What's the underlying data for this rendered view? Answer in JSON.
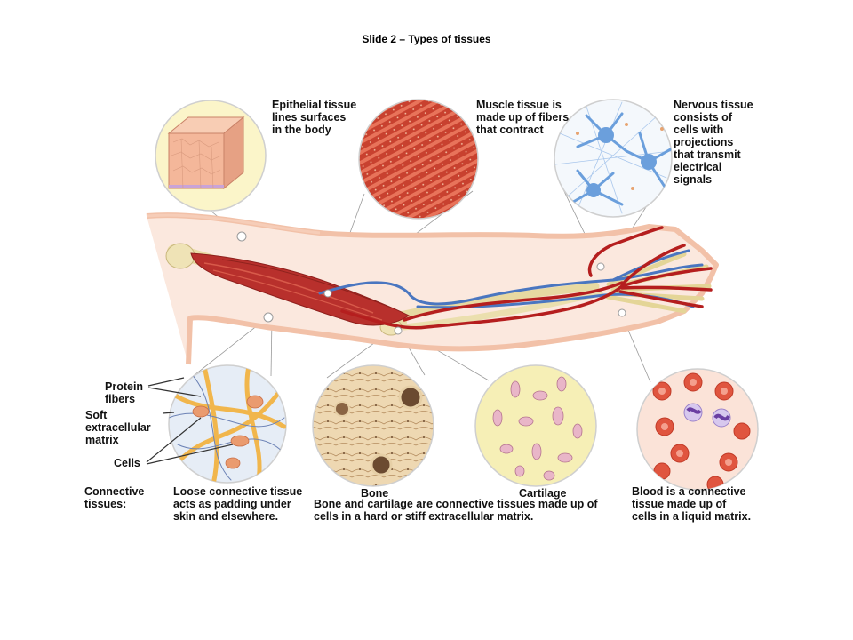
{
  "slide": {
    "title": "Slide 2 – Types of tissues"
  },
  "labels": {
    "epithelial": "Epithelial tissue\nlines surfaces\nin the body",
    "muscle": "Muscle tissue is\nmade up of fibers\nthat contract",
    "nervous": "Nervous tissue\nconsists of\ncells with\nprojections\nthat transmit\nelectrical\nsignals",
    "protein_fibers": "Protein\nfibers",
    "soft_matrix": "Soft\nextracellular\nmatrix",
    "cells": "Cells",
    "connective_tissues": "Connective\ntissues:",
    "loose_connective": "Loose connective tissue\nacts as padding under\nskin and elsewhere.",
    "bone": "Bone",
    "cartilage": "Cartilage",
    "bone_cartilage": "Bone and cartilage are connective tissues made up of\ncells in a hard or stiff extracellular matrix.",
    "blood": "Blood is a connective\ntissue made up of\ncells in a liquid matrix."
  },
  "colors": {
    "skin": "#f6c9b3",
    "muscle": "#b8302c",
    "artery": "#b51e1e",
    "vein": "#4a76c0",
    "bone": "#eadfae",
    "nerve_blue": "#6b9fdc",
    "matrix_orange": "#f1b64c"
  }
}
